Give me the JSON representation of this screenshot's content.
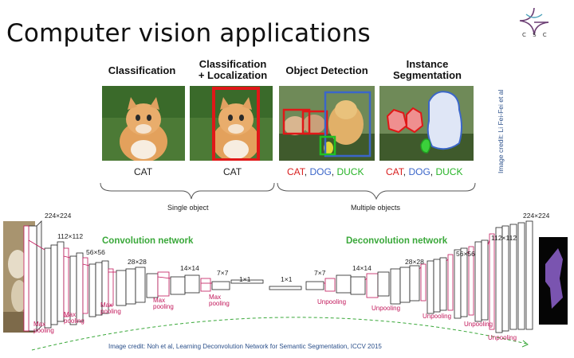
{
  "title": "Computer vision applications",
  "logo": {
    "name": "C S C"
  },
  "vertical_credit": "Image credit: Li Fei-Fei et al",
  "columns": [
    {
      "heading": [
        "Classification",
        ""
      ],
      "caption": [
        {
          "text": "CAT",
          "color": "#222222"
        }
      ]
    },
    {
      "heading": [
        "Classification",
        "+ Localization"
      ],
      "caption": [
        {
          "text": "CAT",
          "color": "#222222"
        }
      ]
    },
    {
      "heading": [
        "Object Detection",
        ""
      ],
      "caption": [
        {
          "text": "CAT",
          "color": "#d81e1e"
        },
        {
          "text": ", ",
          "color": "#222222"
        },
        {
          "text": "DOG",
          "color": "#3b66c9"
        },
        {
          "text": ", ",
          "color": "#222222"
        },
        {
          "text": "DUCK",
          "color": "#26b326"
        }
      ]
    },
    {
      "heading": [
        "Instance",
        "Segmentation"
      ],
      "caption": [
        {
          "text": "CAT",
          "color": "#d81e1e"
        },
        {
          "text": ", ",
          "color": "#222222"
        },
        {
          "text": "DOG",
          "color": "#3b66c9"
        },
        {
          "text": ", ",
          "color": "#222222"
        },
        {
          "text": "DUCK",
          "color": "#26b326"
        }
      ]
    }
  ],
  "brace_labels": {
    "single": "Single object",
    "multiple": "Multiple objects"
  },
  "network": {
    "conv_label": "Convolution network",
    "deconv_label": "Deconvolution network",
    "sizes": [
      "224×224",
      "112×112",
      "56×56",
      "28×28",
      "14×14",
      "7×7",
      "1×1",
      "1×1",
      "7×7",
      "14×14",
      "28×28",
      "56×56",
      "112×112",
      "224×224"
    ],
    "max_pooling": [
      "Max\npooling",
      "Max\npooling",
      "Max\npooling",
      "Max\npooling",
      "Max\npooling"
    ],
    "unpooling": [
      "Unpooling",
      "Unpooling",
      "Unpooling",
      "Unpooling",
      "Unpooling"
    ]
  },
  "footer_credit": "Image credit: Noh et al, Learning Deconvolution Network for Semantic Segmentation, ICCV 2015",
  "colors": {
    "red": "#d81e1e",
    "blue": "#3b66c9",
    "green": "#3aa83a",
    "pool_red": "#c2185b",
    "credit_blue": "#2a4f8a"
  }
}
